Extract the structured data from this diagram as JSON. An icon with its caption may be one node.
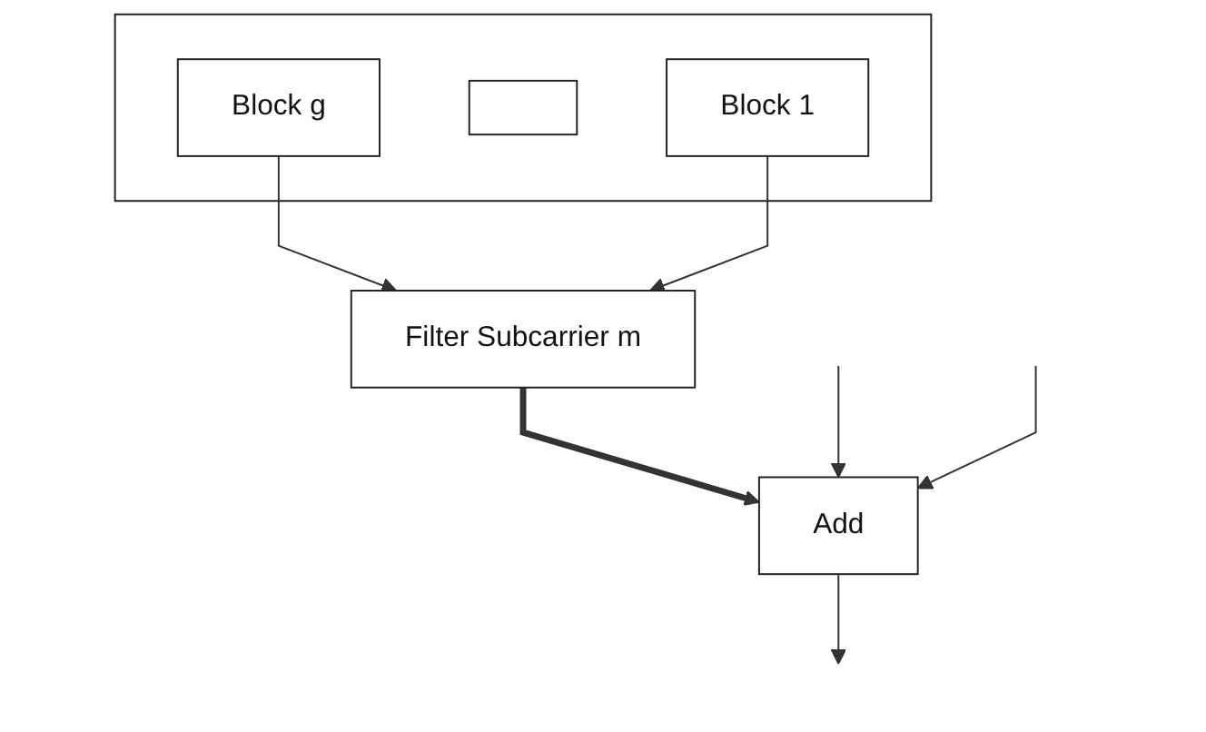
{
  "diagram": {
    "nodes": [
      {
        "text": [],
        "shape": "box"
      },
      {
        "text": [
          "Block g"
        ],
        "in": 0
      },
      {
        "text": [],
        "shape": "box",
        "in": 0
      },
      {
        "text": [
          "Block 1"
        ],
        "in": 0
      },
      {
        "text": [
          "Filter Subcarrier m"
        ]
      },
      {
        "text": [
          "Add"
        ]
      }
    ],
    "edges": [
      {
        "from": 1,
        "to": 4,
        "arrow": "to"
      },
      {
        "from": 3,
        "to": 4,
        "arrow": "to"
      },
      {
        "from": 4,
        "to": 5,
        "arrow": "to",
        "style": "thick"
      },
      {
        "from": null,
        "to": 5,
        "arrow": "to"
      },
      {
        "from": null,
        "to": 5,
        "arrow": "to"
      },
      {
        "from": 5,
        "to": null,
        "arrow": "to"
      }
    ]
  }
}
